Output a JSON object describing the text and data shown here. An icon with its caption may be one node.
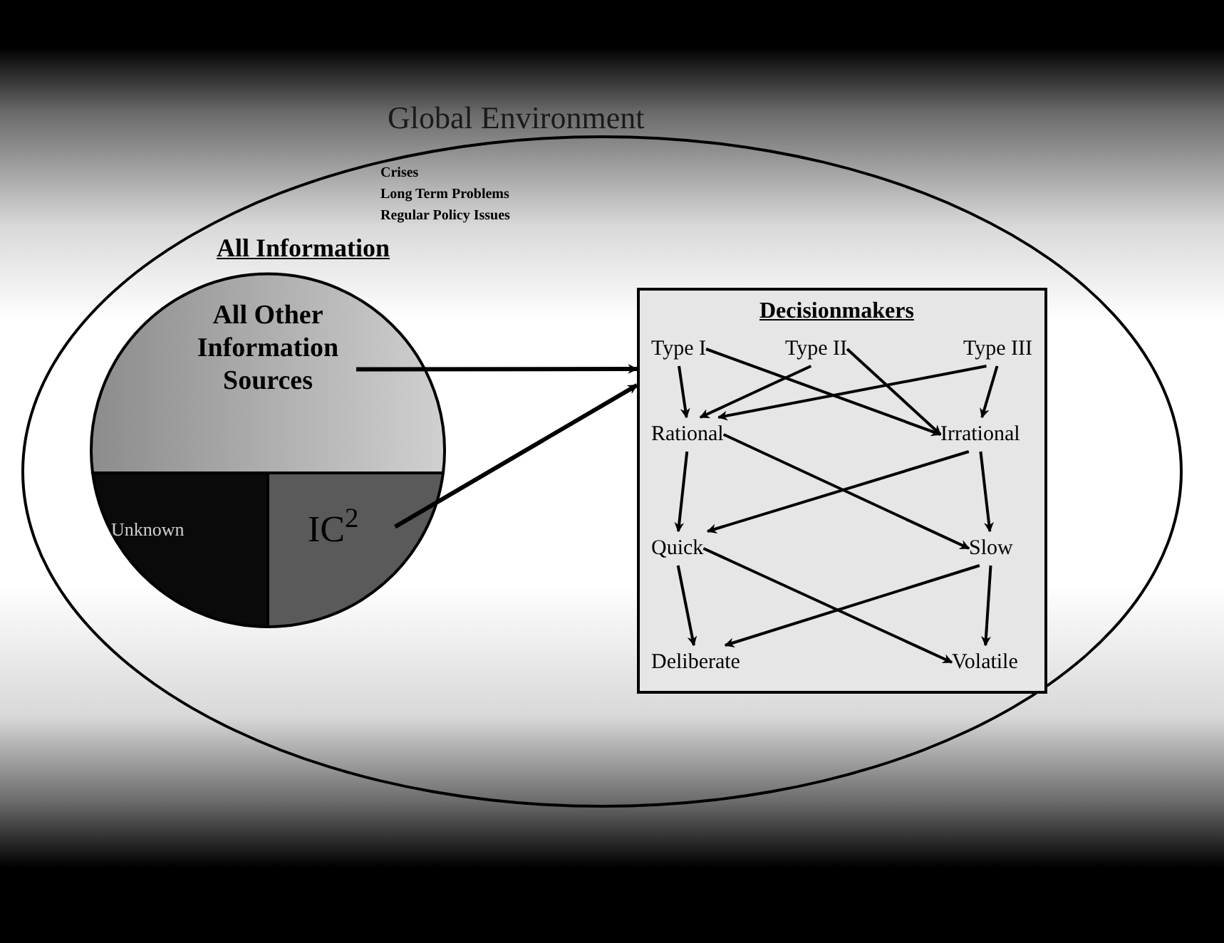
{
  "diagram": {
    "nodes": [
      {
        "text": [
          "Global Environment",
          "Crises",
          "Long Term Problems",
          "Regular Policy Issues"
        ]
      },
      {
        "text": [
          "All Information"
        ],
        "in": 0
      },
      {
        "text": [
          "All Other Information Sources"
        ],
        "in": 1
      },
      {
        "text": [
          "Unknown"
        ],
        "in": 1
      },
      {
        "text": [
          "IC$^{2}$"
        ],
        "in": 1
      },
      {
        "text": [
          "Decisionmakers"
        ],
        "in": 0
      },
      {
        "text": [
          "Type I"
        ],
        "in": 5
      },
      {
        "text": [
          "Type II"
        ],
        "in": 5
      },
      {
        "text": [
          "Type III"
        ],
        "in": 5
      },
      {
        "text": [
          "Rational"
        ],
        "in": 5
      },
      {
        "text": [
          "Irrational"
        ],
        "in": 5
      },
      {
        "text": [
          "Quick"
        ],
        "in": 5
      },
      {
        "text": [
          "Slow"
        ],
        "in": 5
      },
      {
        "text": [
          "Deliberate"
        ],
        "in": 5
      },
      {
        "text": [
          "Volatile"
        ],
        "in": 5
      }
    ],
    "edges": [
      {
        "from": 2,
        "to": 5,
        "arrow": "to"
      },
      {
        "from": 4,
        "to": 5,
        "arrow": "to"
      },
      {
        "from": 6,
        "to": 9,
        "arrow": "to"
      },
      {
        "from": 6,
        "to": 10,
        "arrow": "to"
      },
      {
        "from": 7,
        "to": 9,
        "arrow": "to"
      },
      {
        "from": 7,
        "to": 10,
        "arrow": "to"
      },
      {
        "from": 8,
        "to": 9,
        "arrow": "to"
      },
      {
        "from": 8,
        "to": 10,
        "arrow": "to"
      },
      {
        "from": 9,
        "to": 11,
        "arrow": "to"
      },
      {
        "from": 9,
        "to": 12,
        "arrow": "to"
      },
      {
        "from": 10,
        "to": 11,
        "arrow": "to"
      },
      {
        "from": 10,
        "to": 12,
        "arrow": "to"
      },
      {
        "from": 11,
        "to": 13,
        "arrow": "to"
      },
      {
        "from": 11,
        "to": 14,
        "arrow": "to"
      },
      {
        "from": 12,
        "to": 13,
        "arrow": "to"
      },
      {
        "from": 12,
        "to": 14,
        "arrow": "to"
      }
    ]
  }
}
